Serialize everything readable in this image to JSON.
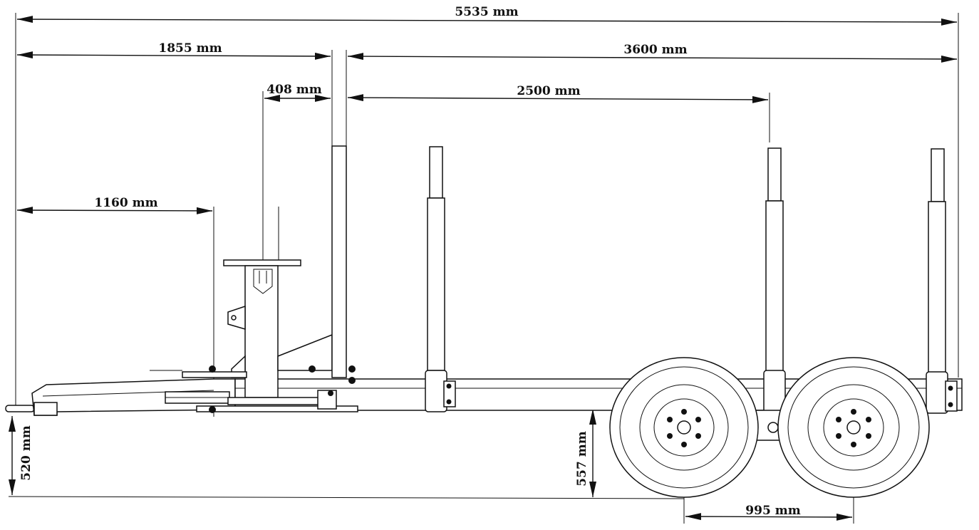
{
  "dimensions": {
    "overall_length": "5535 mm",
    "front_to_coupling": "1855 mm",
    "coupling_to_rear": "3600 mm",
    "turntable_width": "408 mm",
    "stake_spacing": "2500 mm",
    "front_to_crane_mount": "1160 mm",
    "drawbar_height": "520 mm",
    "axle_height": "557 mm",
    "axle_spacing": "995 mm"
  },
  "colors": {
    "ink": "#111111",
    "paper": "#ffffff"
  }
}
